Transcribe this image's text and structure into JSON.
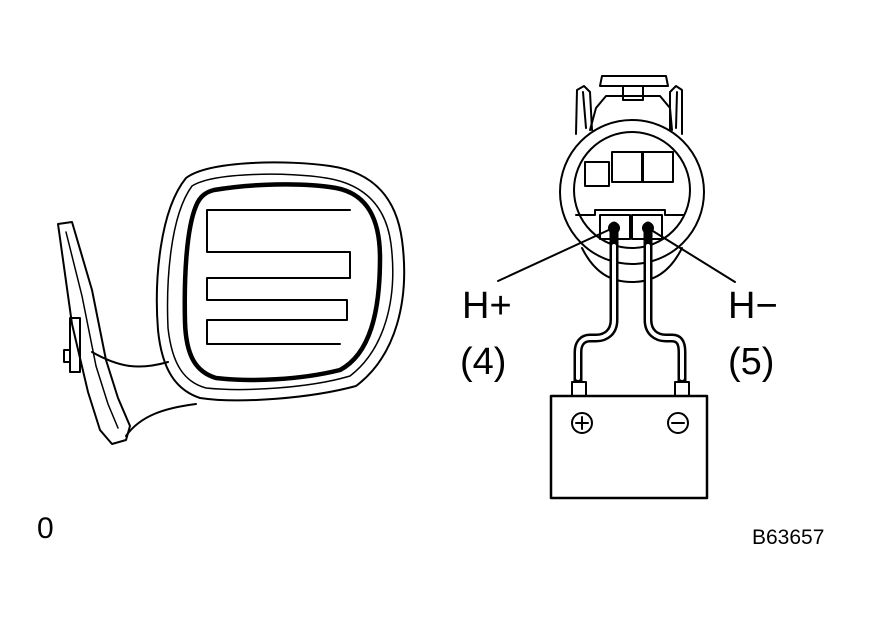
{
  "labels": {
    "terminal_positive": "H+",
    "terminal_positive_pin": "(4)",
    "terminal_negative": "H−",
    "terminal_negative_pin": "(5)",
    "corner_mark": "0",
    "figure_code": "B63657"
  },
  "colors": {
    "ink": "#000000",
    "background": "#ffffff"
  },
  "icons": [
    "positive-terminal-symbol",
    "negative-terminal-symbol"
  ]
}
